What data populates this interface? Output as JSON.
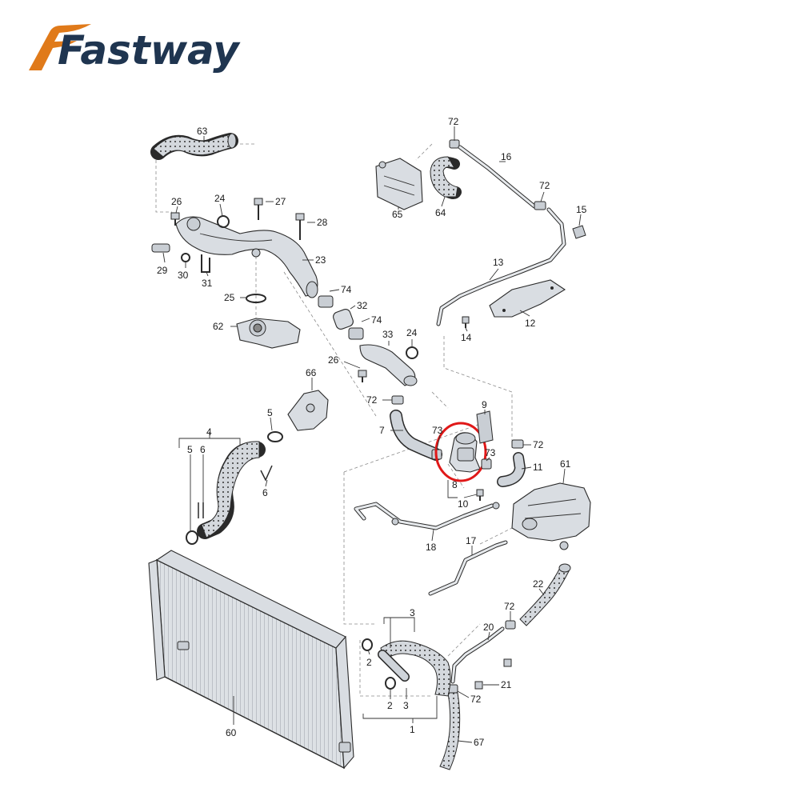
{
  "brand": {
    "logo_text": "Fastway",
    "logo_color": "#e07a1a",
    "logo_text_color": "#1f3550"
  },
  "diagram": {
    "highlight_color": "#e01818",
    "highlighted_part": "8",
    "labels": [
      {
        "id": "63",
        "text": "63"
      },
      {
        "id": "72a",
        "text": "72"
      },
      {
        "id": "16",
        "text": "16"
      },
      {
        "id": "72b",
        "text": "72"
      },
      {
        "id": "15",
        "text": "15"
      },
      {
        "id": "65",
        "text": "65"
      },
      {
        "id": "64",
        "text": "64"
      },
      {
        "id": "26a",
        "text": "26"
      },
      {
        "id": "24a",
        "text": "24"
      },
      {
        "id": "27",
        "text": "27"
      },
      {
        "id": "28",
        "text": "28"
      },
      {
        "id": "23",
        "text": "23"
      },
      {
        "id": "29",
        "text": "29"
      },
      {
        "id": "30",
        "text": "30"
      },
      {
        "id": "31",
        "text": "31"
      },
      {
        "id": "13",
        "text": "13"
      },
      {
        "id": "12",
        "text": "12"
      },
      {
        "id": "14",
        "text": "14"
      },
      {
        "id": "74a",
        "text": "74"
      },
      {
        "id": "32",
        "text": "32"
      },
      {
        "id": "74b",
        "text": "74"
      },
      {
        "id": "25",
        "text": "25"
      },
      {
        "id": "62",
        "text": "62"
      },
      {
        "id": "33",
        "text": "33"
      },
      {
        "id": "24b",
        "text": "24"
      },
      {
        "id": "26b",
        "text": "26"
      },
      {
        "id": "66",
        "text": "66"
      },
      {
        "id": "72c",
        "text": "72"
      },
      {
        "id": "9",
        "text": "9"
      },
      {
        "id": "5a",
        "text": "5"
      },
      {
        "id": "7",
        "text": "7"
      },
      {
        "id": "73a",
        "text": "73"
      },
      {
        "id": "72d",
        "text": "72"
      },
      {
        "id": "4",
        "text": "4"
      },
      {
        "id": "5b",
        "text": "5"
      },
      {
        "id": "6a",
        "text": "6"
      },
      {
        "id": "73b",
        "text": "73"
      },
      {
        "id": "11",
        "text": "11"
      },
      {
        "id": "61",
        "text": "61"
      },
      {
        "id": "8",
        "text": "8"
      },
      {
        "id": "6b",
        "text": "6"
      },
      {
        "id": "10",
        "text": "10"
      },
      {
        "id": "18",
        "text": "18"
      },
      {
        "id": "17",
        "text": "17"
      },
      {
        "id": "22",
        "text": "22"
      },
      {
        "id": "3a",
        "text": "3"
      },
      {
        "id": "72e",
        "text": "72"
      },
      {
        "id": "20",
        "text": "20"
      },
      {
        "id": "2a",
        "text": "2"
      },
      {
        "id": "21",
        "text": "21"
      },
      {
        "id": "72f",
        "text": "72"
      },
      {
        "id": "2b",
        "text": "2"
      },
      {
        "id": "3b",
        "text": "3"
      },
      {
        "id": "1",
        "text": "1"
      },
      {
        "id": "60",
        "text": "60"
      },
      {
        "id": "67",
        "text": "67"
      }
    ]
  }
}
